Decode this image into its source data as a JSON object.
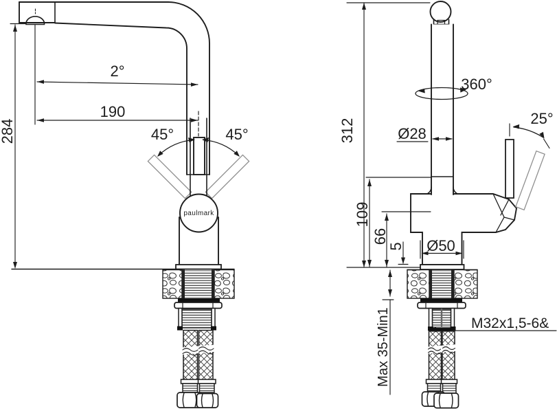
{
  "colors": {
    "background": "#ffffff",
    "line": "#1d1d1d",
    "alt_position_line": "#8f8f8f"
  },
  "brand": {
    "logo_text": "paulmark"
  },
  "front_view": {
    "dims": {
      "spout_angle": "2°",
      "spout_reach": "190",
      "spout_height": "284",
      "handle_swing_left": "45°",
      "handle_swing_right": "45°"
    }
  },
  "side_view": {
    "dims": {
      "overall_height": "312",
      "swivel_angle": "360°",
      "spout_diameter": "Ø28",
      "handle_tilt": "25°",
      "body_height": "109",
      "outlet_height": "66",
      "base_plate_height": "5",
      "base_diameter": "Ø50",
      "mount_thickness": "Max 35-Min1",
      "thread_spec": "M32x1,5-6&"
    }
  }
}
